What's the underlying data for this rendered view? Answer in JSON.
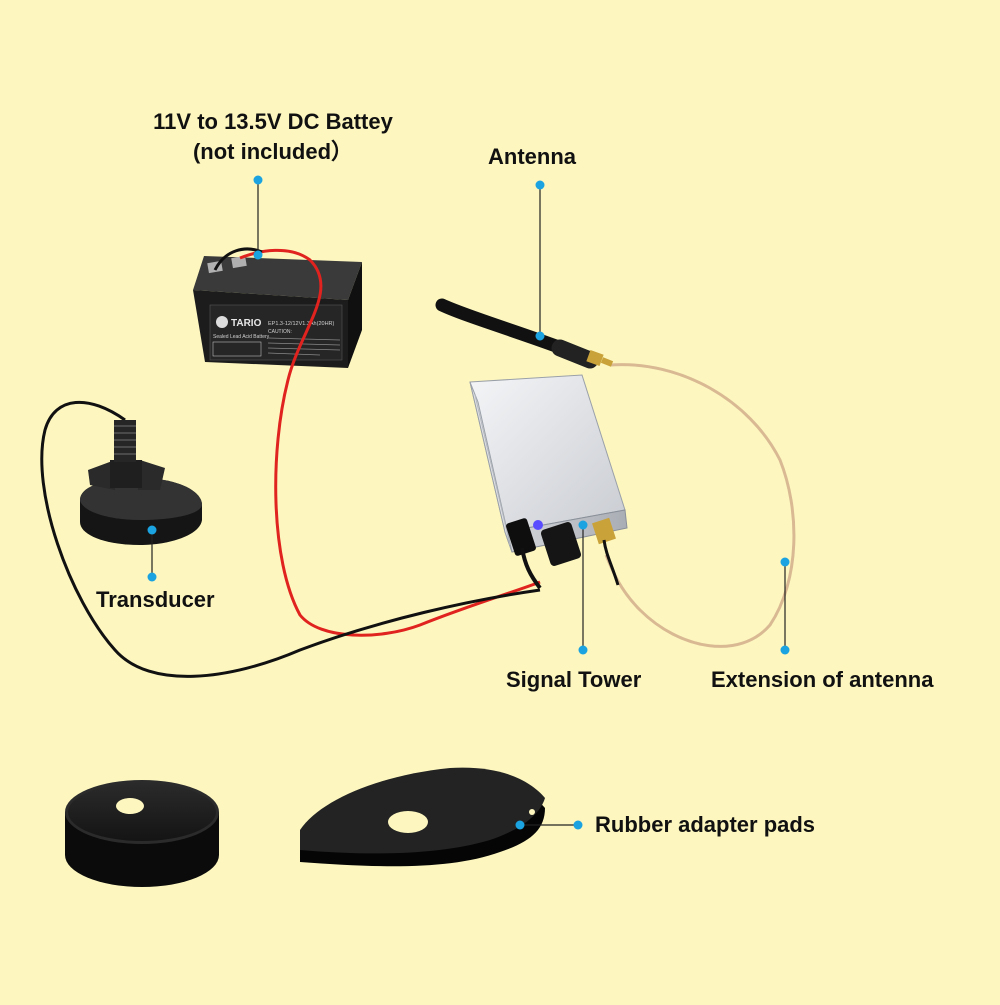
{
  "labels": {
    "battery_line1": "11V to 13.5V DC Battey",
    "battery_line2": "(not included）",
    "antenna": "Antenna",
    "transducer": "Transducer",
    "signal_tower": "Signal Tower",
    "extension": "Extension of antenna",
    "rubber_pads": "Rubber adapter pads"
  },
  "battery": {
    "brand": "TARIO",
    "model": "EP1.3-12/12V1.3Ah(20HR)",
    "subtitle": "Sealed Lead Acid Battery",
    "caution": "CAUTION:"
  },
  "colors": {
    "background": "#fdf7bf",
    "marker": "#1aa3e0",
    "leader": "#222222",
    "red_wire": "#e0231f",
    "black_wire": "#111111",
    "antenna_cable": "#d9b993"
  }
}
